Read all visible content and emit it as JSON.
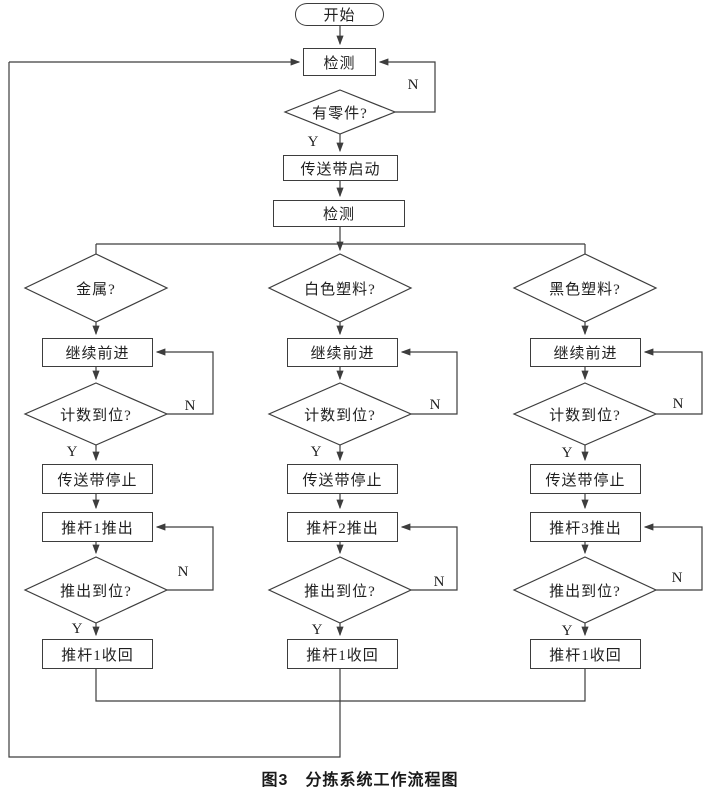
{
  "caption": "图3　分拣系统工作流程图",
  "labels": {
    "yes": "Y",
    "no": "N"
  },
  "colors": {
    "line": "#3d3d3d",
    "text": "#1f1f1f",
    "background": "#ffffff"
  },
  "top": {
    "start": "开始",
    "detect": "检测",
    "has_part": "有零件?",
    "conveyor_start": "传送带启动",
    "detect2": "检测"
  },
  "columns": [
    {
      "branch": "金属?",
      "forward": "继续前进",
      "count": "计数到位?",
      "stop": "传送带停止",
      "push": "推杆1推出",
      "pushed": "推出到位?",
      "retract": "推杆1收回"
    },
    {
      "branch": "白色塑料?",
      "forward": "继续前进",
      "count": "计数到位?",
      "stop": "传送带停止",
      "push": "推杆2推出",
      "pushed": "推出到位?",
      "retract": "推杆1收回"
    },
    {
      "branch": "黑色塑料?",
      "forward": "继续前进",
      "count": "计数到位?",
      "stop": "传送带停止",
      "push": "推杆3推出",
      "pushed": "推出到位?",
      "retract": "推杆1收回"
    }
  ]
}
